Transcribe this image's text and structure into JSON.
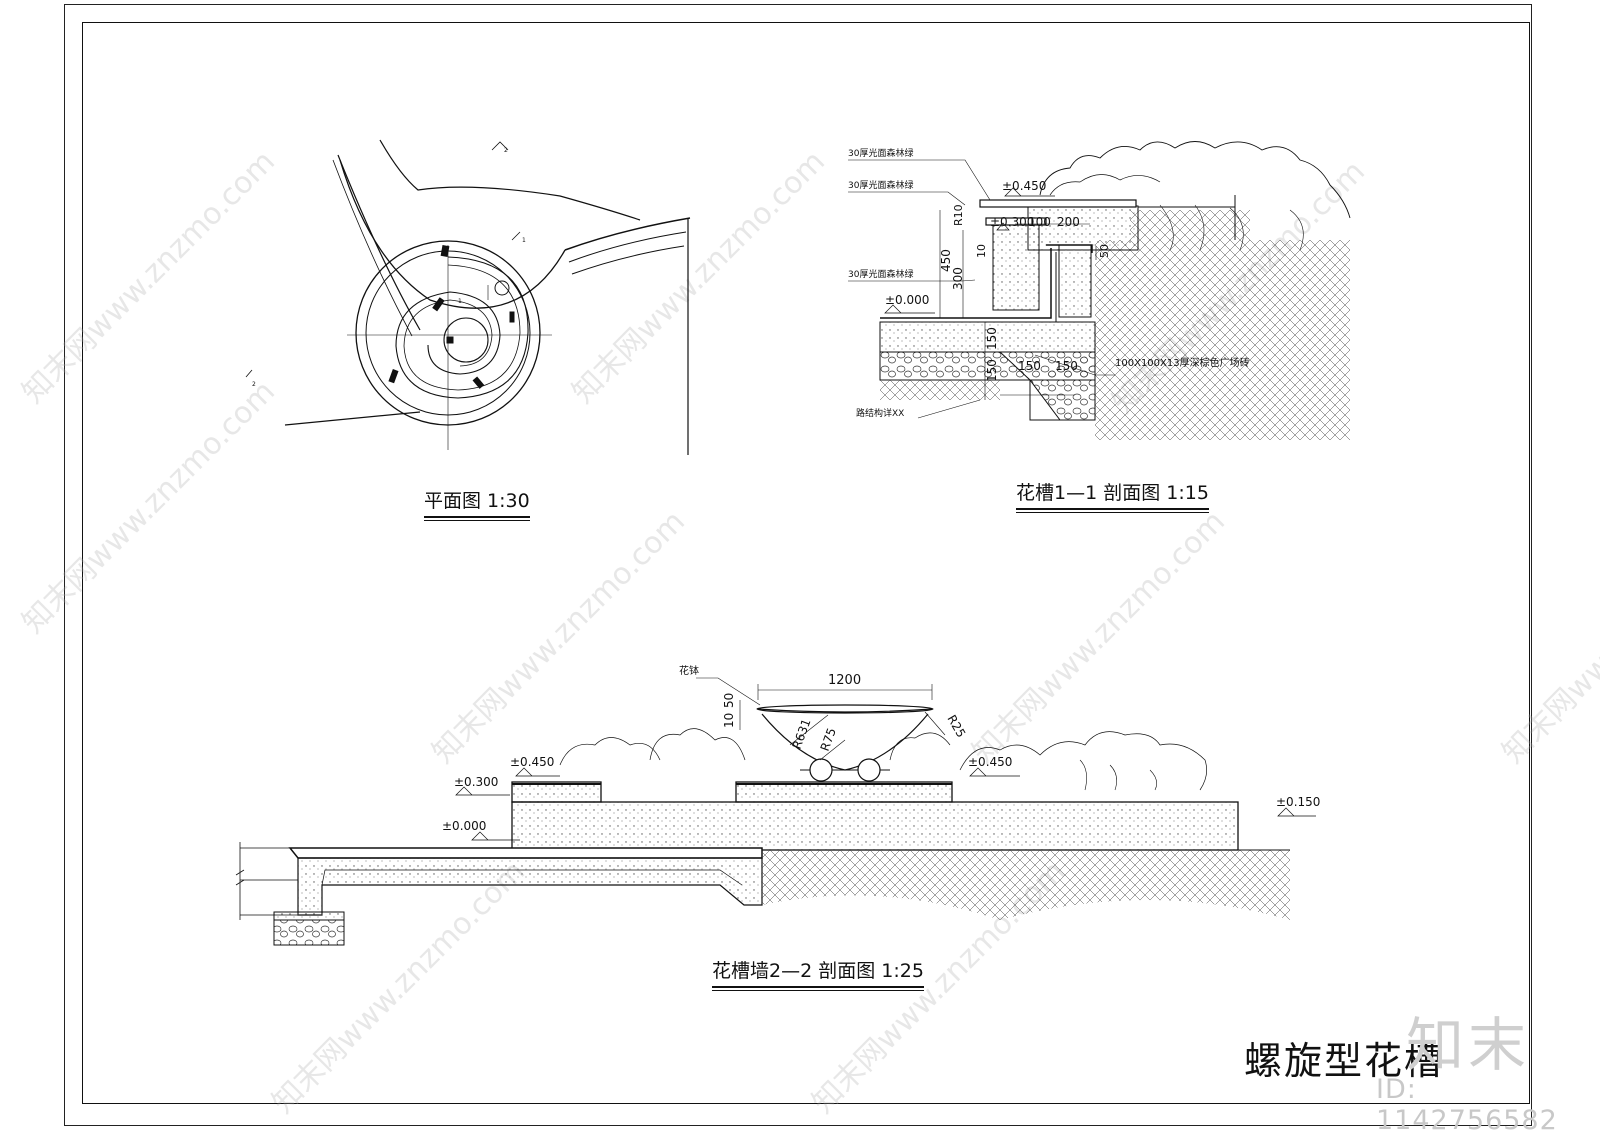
{
  "plan": {
    "caption": "平面图 1:30",
    "section_marks": [
      "2",
      "1",
      "1",
      "2"
    ]
  },
  "section_1_1": {
    "caption": "花槽1—1 剖面图 1:15",
    "material_labels": [
      "30厚光面森林绿",
      "30厚光面森林绿",
      "30厚光面森林绿"
    ],
    "levels": [
      "±0.450",
      "±0.300",
      "±0.000"
    ],
    "dimensions": [
      "R10",
      "100",
      "200",
      "50",
      "450",
      "300",
      "10",
      "150",
      "150",
      "150",
      "150"
    ],
    "paving_note": "100X100X13厚深棕色广场砖",
    "base_note": "路结构详XX"
  },
  "section_2_2": {
    "caption": "花槽墙2—2 剖面图 1:25",
    "bowl_label": "花钵",
    "dimensions": [
      "1200",
      "50",
      "10",
      "R631",
      "R75",
      "R25"
    ],
    "levels": [
      "±0.450",
      "±0.300",
      "±0.000",
      "±0.450",
      "±0.150"
    ]
  },
  "sheet": {
    "title": "螺旋型花槽",
    "brand": "知末",
    "id": "ID: 1142756582",
    "watermark": "知末网www.znzmo.com"
  }
}
